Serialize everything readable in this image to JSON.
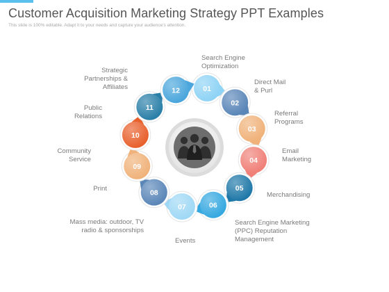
{
  "title": "Customer Acquisition Marketing Strategy PPT Examples",
  "subtitle": "This slide is 100% editable. Adapt it to your needs and capture your audience's attention.",
  "center_icon": "people-group-icon",
  "colors": {
    "light_blue": "#8fd3f5",
    "mid_blue": "#5b9bd5",
    "steel_blue": "#5a86b8",
    "peach": "#f0b27a",
    "coral": "#f08078",
    "teal": "#1f78a8",
    "bright_blue": "#35a8e0",
    "sky_blue": "#9fd8f5",
    "red_orange": "#e8602c",
    "dark_teal": "#2a7fa8",
    "blue": "#4aa6dc"
  },
  "steps": [
    {
      "number": "01",
      "label": [
        "Search Engine",
        "Optimization"
      ],
      "color": "#8fd3f5"
    },
    {
      "number": "02",
      "label": [
        "Direct Mail",
        "& Purl"
      ],
      "color": "#5a86b8"
    },
    {
      "number": "03",
      "label": [
        "Referral",
        "Programs"
      ],
      "color": "#f0b27a"
    },
    {
      "number": "04",
      "label": [
        "Email",
        "Marketing"
      ],
      "color": "#f08078"
    },
    {
      "number": "05",
      "label": [
        "Merchandising"
      ],
      "color": "#1f78a8"
    },
    {
      "number": "06",
      "label": [
        "Search Engine Marketing",
        "(PPC) Reputation",
        "Management"
      ],
      "color": "#35a8e0"
    },
    {
      "number": "07",
      "label": [
        "Events"
      ],
      "color": "#9fd8f5"
    },
    {
      "number": "08",
      "label": [
        "Mass media: outdoor, TV",
        "radio & sponsorships"
      ],
      "color": "#5a86b8"
    },
    {
      "number": "09",
      "label": [
        "Print"
      ],
      "color": "#f0b27a"
    },
    {
      "number": "10",
      "label": [
        "Community",
        "Service"
      ],
      "color": "#e8602c"
    },
    {
      "number": "11",
      "label": [
        "Public",
        "Relations"
      ],
      "color": "#2a7fa8"
    },
    {
      "number": "12",
      "label": [
        "Strategic",
        "Partnerships &",
        "Affiliates"
      ],
      "color": "#4aa6dc"
    }
  ]
}
